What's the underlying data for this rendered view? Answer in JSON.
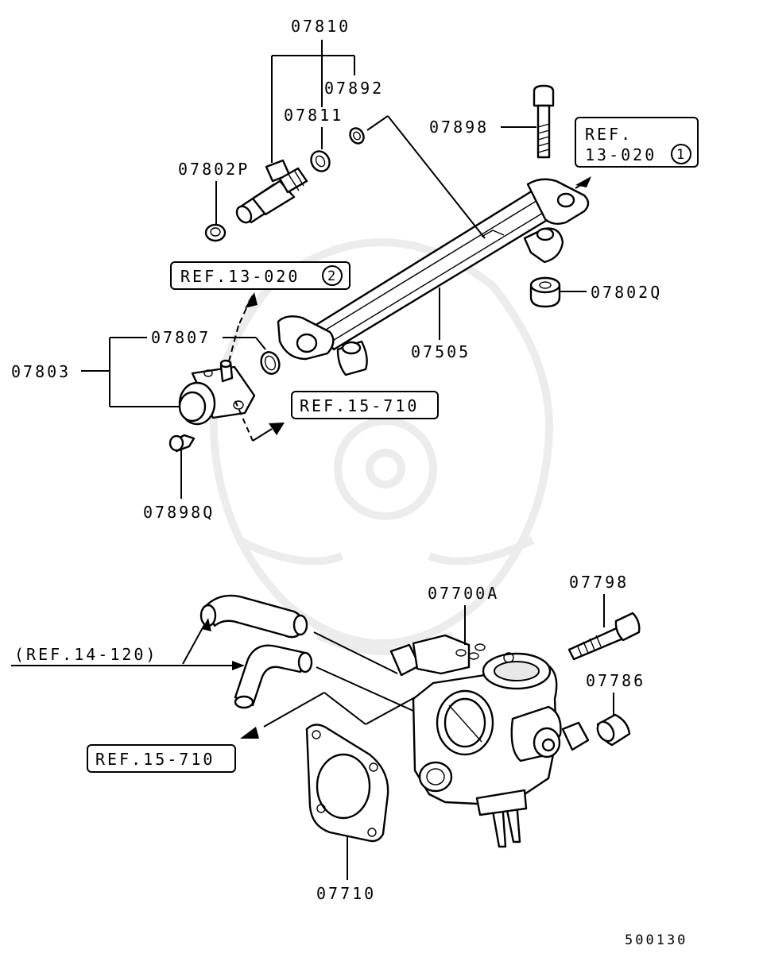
{
  "callouts": {
    "p07810": "07810",
    "p07892": "07892",
    "p07811": "07811",
    "p07898": "07898",
    "p07802P": "07802P",
    "p07802Q": "07802Q",
    "p07505": "07505",
    "p07807": "07807",
    "p07803": "07803",
    "p07898Q": "07898Q",
    "p07700A": "07700A",
    "p07798": "07798",
    "p07786": "07786",
    "p07710": "07710"
  },
  "refs": {
    "ref_13_020_1_line1": "REF.",
    "ref_13_020_1_line2": "13-020",
    "ref_13_020_1_circle": "1",
    "ref_13_020_2_text": "REF.13-020",
    "ref_13_020_2_circle": "2",
    "ref_15_710_upper": "REF.15-710",
    "ref_14_120": "(REF.14-120)",
    "ref_15_710_lower": "REF.15-710"
  },
  "diagram_id": "500130"
}
